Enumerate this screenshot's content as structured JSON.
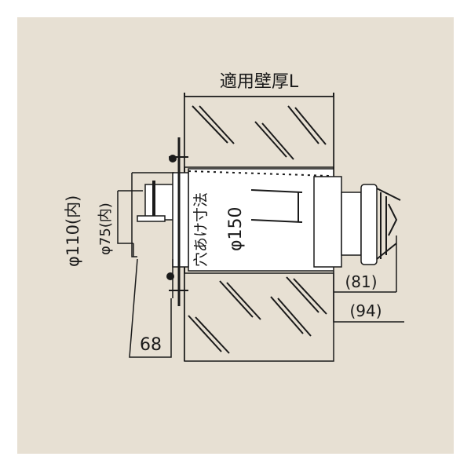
{
  "diagram": {
    "background_color": "#e7e0d3",
    "line_color": "#1a1a1a",
    "fill_white": "#ffffff",
    "labels": {
      "wall_thickness": "適用壁厚L",
      "outer_diameter": "φ110(内)",
      "inner_diameter": "φ75(内)",
      "hole_size": "穴あけ寸法",
      "hole_diameter": "φ150",
      "left_length": "68",
      "right_length_1": "(81)",
      "right_length_2": "(94)"
    }
  }
}
